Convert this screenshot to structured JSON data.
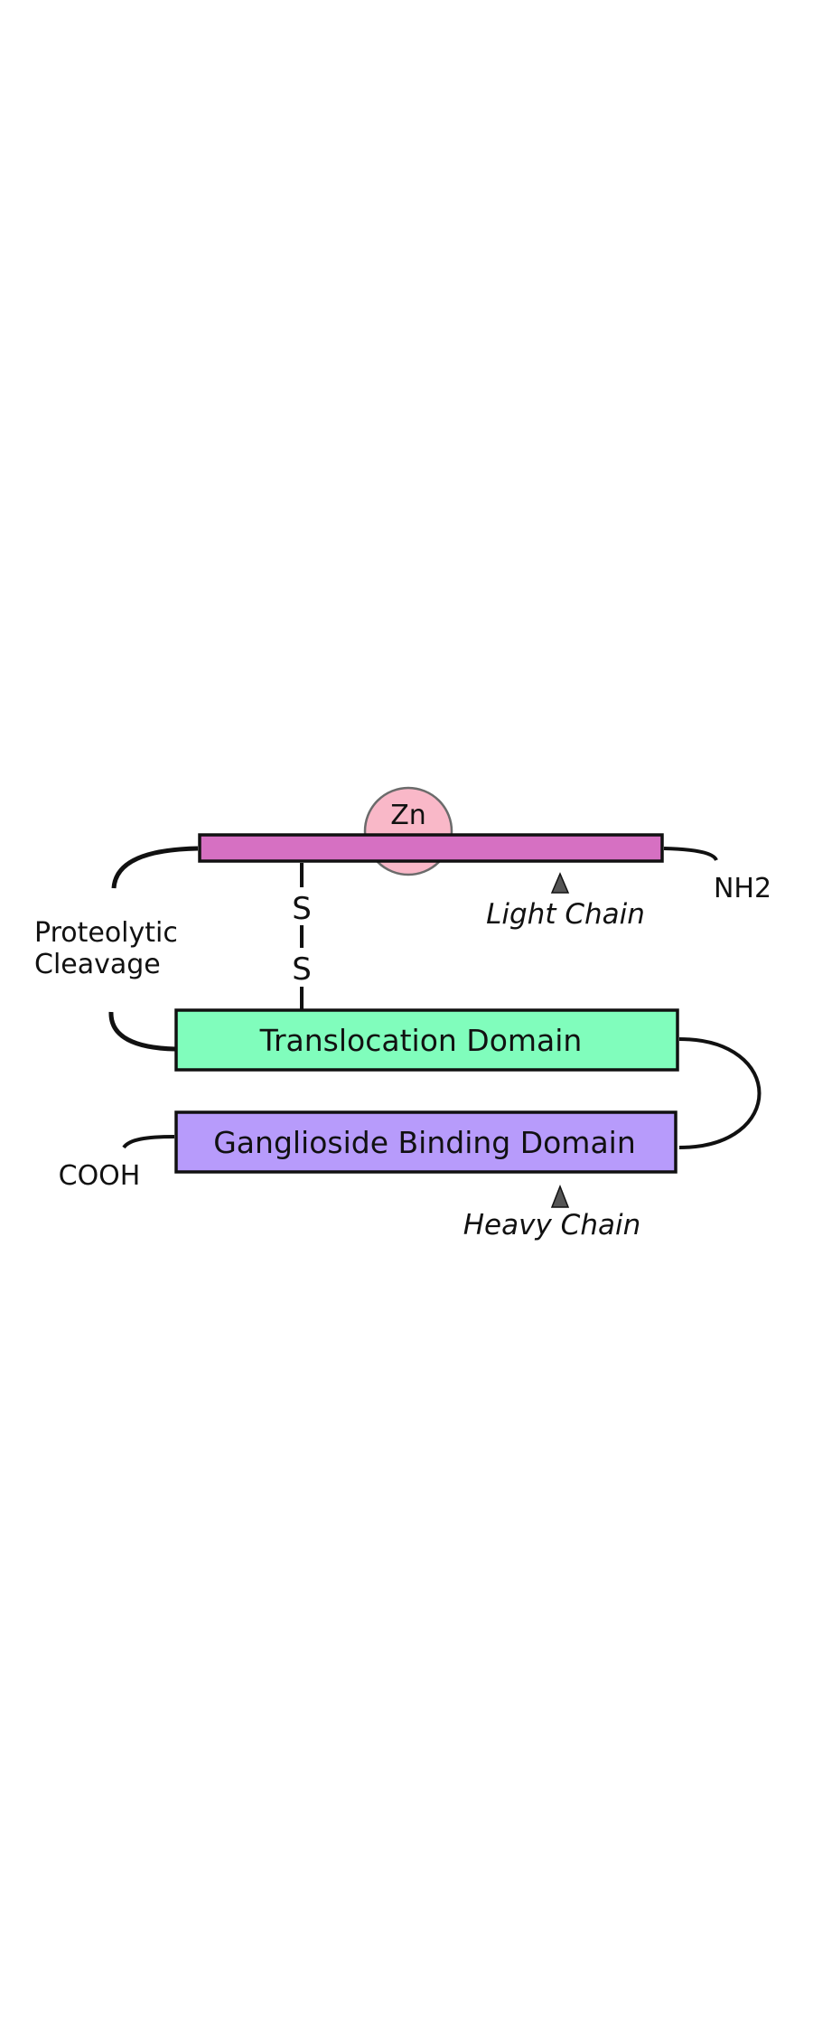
{
  "diagram": {
    "zinc_label": "Zn",
    "disulfide_top": "S",
    "disulfide_bottom": "S",
    "nh2_label": "NH2",
    "light_chain_label": "Light Chain",
    "cleavage_line1": "Proteolytic",
    "cleavage_line2": "Cleavage",
    "translocation_label": "Translocation Domain",
    "binding_label": "Ganglioside Binding Domain",
    "cooh_label": "COOH",
    "heavy_chain_label": "Heavy Chain"
  },
  "colors": {
    "light_chain_bar": "#D670C2",
    "zinc_circle": "#F9B8C8",
    "translocation_box": "#80FDBC",
    "binding_box": "#B79BFB",
    "marker": "#555555",
    "stroke": "#111111"
  }
}
